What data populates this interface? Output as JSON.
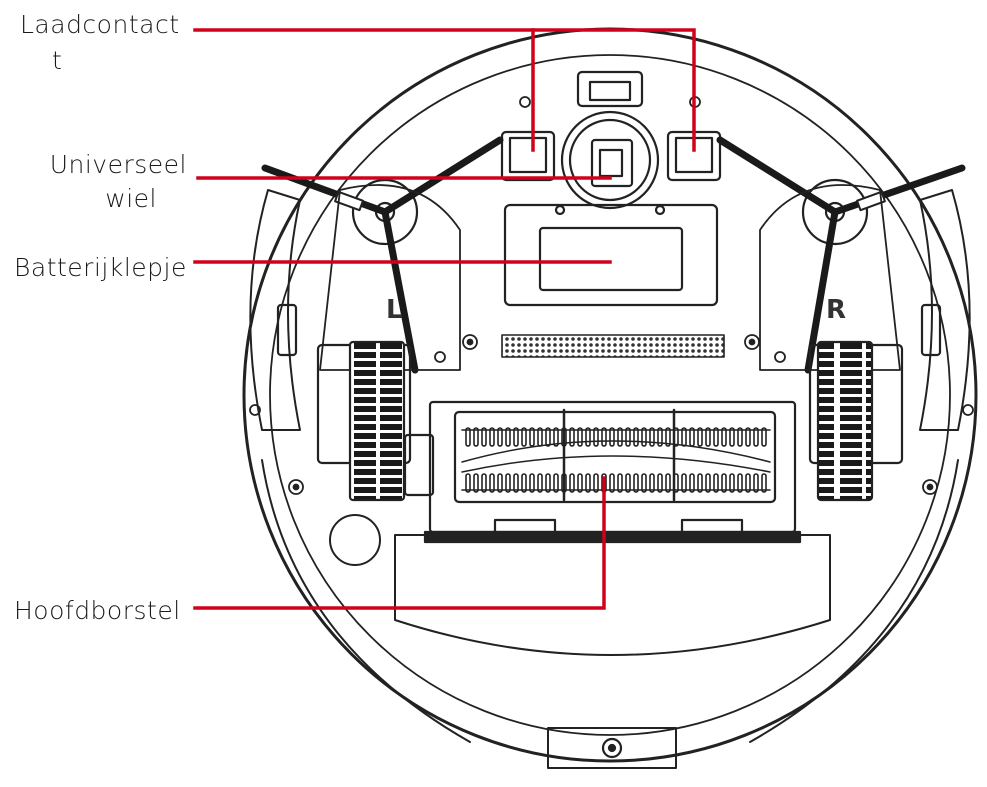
{
  "labels": {
    "laadcontact_line1": "Laadcontact",
    "laadcontact_line2": "t",
    "universeel_line1": "Universeel",
    "universeel_line2": "wiel",
    "batterijklepje": "Batterijklepje",
    "hoofdborstel": "Hoofdborstel"
  },
  "markings": {
    "left_letter": "L",
    "right_letter": "R"
  },
  "colors": {
    "leader_line": "#d0021b",
    "outline": "#222222",
    "label_text": "#1a1a1a",
    "background": "#ffffff"
  }
}
